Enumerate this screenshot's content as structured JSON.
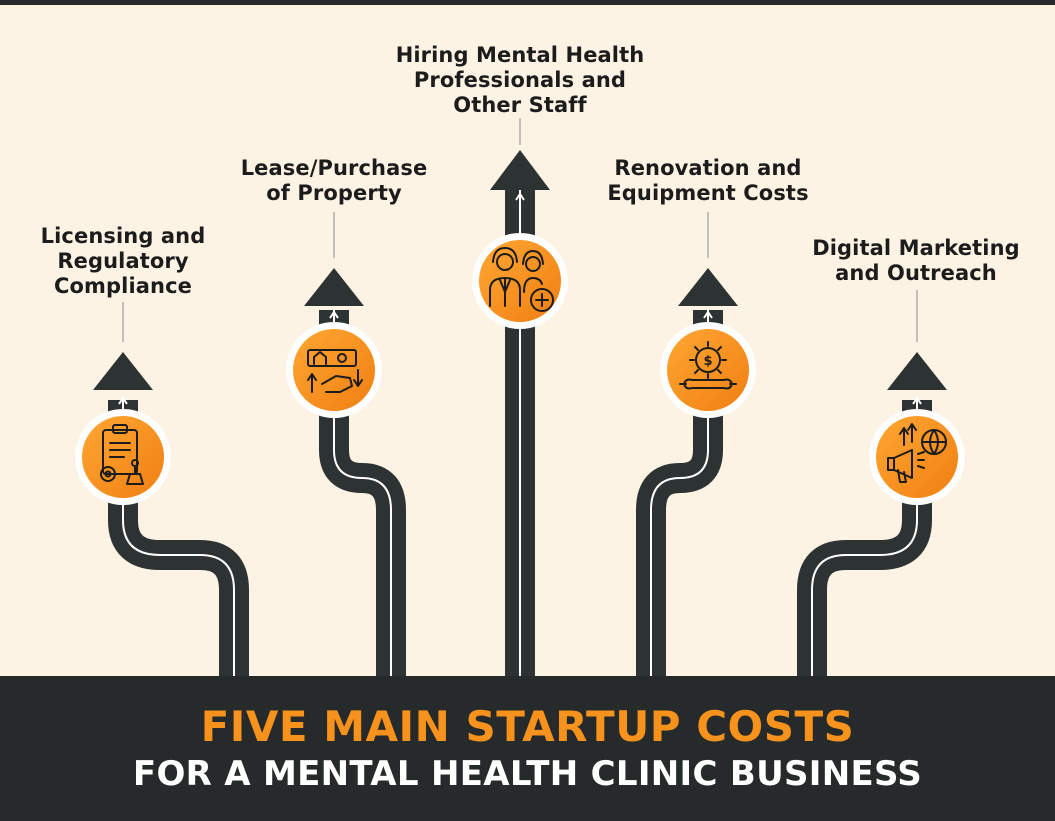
{
  "steps": [
    {
      "lines": [
        "Licensing and",
        "Regulatory",
        "Compliance"
      ],
      "icon": "clipboard-gear-stamp-icon"
    },
    {
      "lines": [
        "Lease/Purchase",
        "of Property"
      ],
      "icon": "house-handshake-icon"
    },
    {
      "lines": [
        "Hiring Mental Health",
        "Professionals and",
        "Other Staff"
      ],
      "icon": "medical-staff-icon"
    },
    {
      "lines": [
        "Renovation and",
        "Equipment Costs"
      ],
      "icon": "gear-dollar-wrench-icon"
    },
    {
      "lines": [
        "Digital Marketing",
        "and Outreach"
      ],
      "icon": "megaphone-globe-icon"
    }
  ],
  "footer": {
    "title": "FIVE MAIN STARTUP COSTS",
    "subtitle": "FOR A MENTAL HEALTH CLINIC BUSINESS"
  },
  "colors": {
    "background": "#fdf3e4",
    "road": "#2d3232",
    "accent": "#f7931d",
    "footer": "#262a2a"
  }
}
